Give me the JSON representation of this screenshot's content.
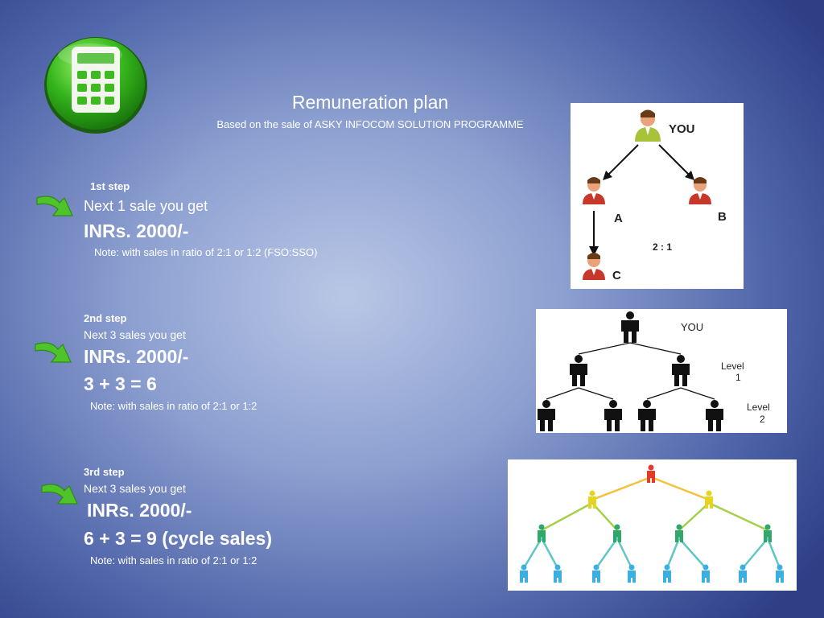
{
  "header": {
    "title": "Remuneration plan",
    "subtitle": "Based on the sale of ASKY INFOCOM SOLUTION PROGRAMME"
  },
  "steps": [
    {
      "label": "1st step",
      "line1": "Next 1 sale you get",
      "amount": "INRs. 2000/-",
      "note": "Note: with sales in ratio of 2:1 or 1:2 (FSO:SSO)"
    },
    {
      "label": "2nd step",
      "line1": "Next 3 sales you get",
      "amount": "INRs. 2000/-",
      "equation": "3 + 3 = 6",
      "note": "Note: with sales in ratio of 2:1 or 1:2"
    },
    {
      "label": "3rd step",
      "line1": "Next 3 sales you get",
      "amount": "INRs. 2000/-",
      "equation": "6 + 3 = 9 (cycle sales)",
      "note": "Note: with sales in ratio of 2:1 or 1:2"
    }
  ],
  "diagram1": {
    "you": "YOU",
    "a": "A",
    "b": "B",
    "c": "C",
    "ratio": "2 : 1"
  },
  "diagram2": {
    "you": "YOU",
    "level1_a": "Level",
    "level1_b": "1",
    "level2_a": "Level",
    "level2_b": "2"
  },
  "icons": {
    "calculator": "calculator-icon",
    "arrow": "green-curved-arrow-icon"
  }
}
